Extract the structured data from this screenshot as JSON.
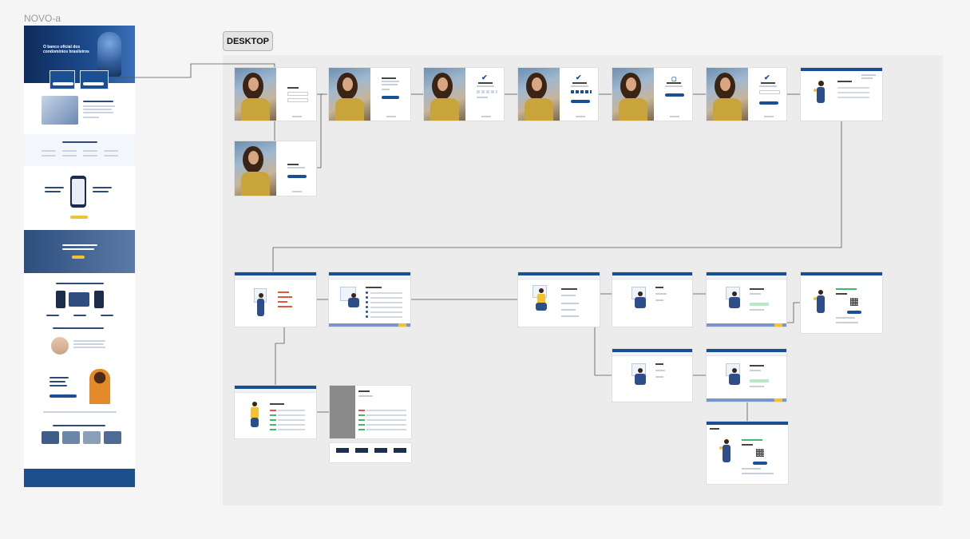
{
  "canvas": {
    "frame_label": "NOVO-a",
    "section_tag": "DESKTOP"
  },
  "landing": {
    "hero_title": "O banco oficial dos condomínios brasileiros"
  },
  "colors": {
    "brand_blue": "#1b4f93",
    "navy": "#0e2b5c",
    "accent_yellow": "#f2c230",
    "canvas_bg": "#ececec",
    "page_bg": "#f5f5f5"
  }
}
